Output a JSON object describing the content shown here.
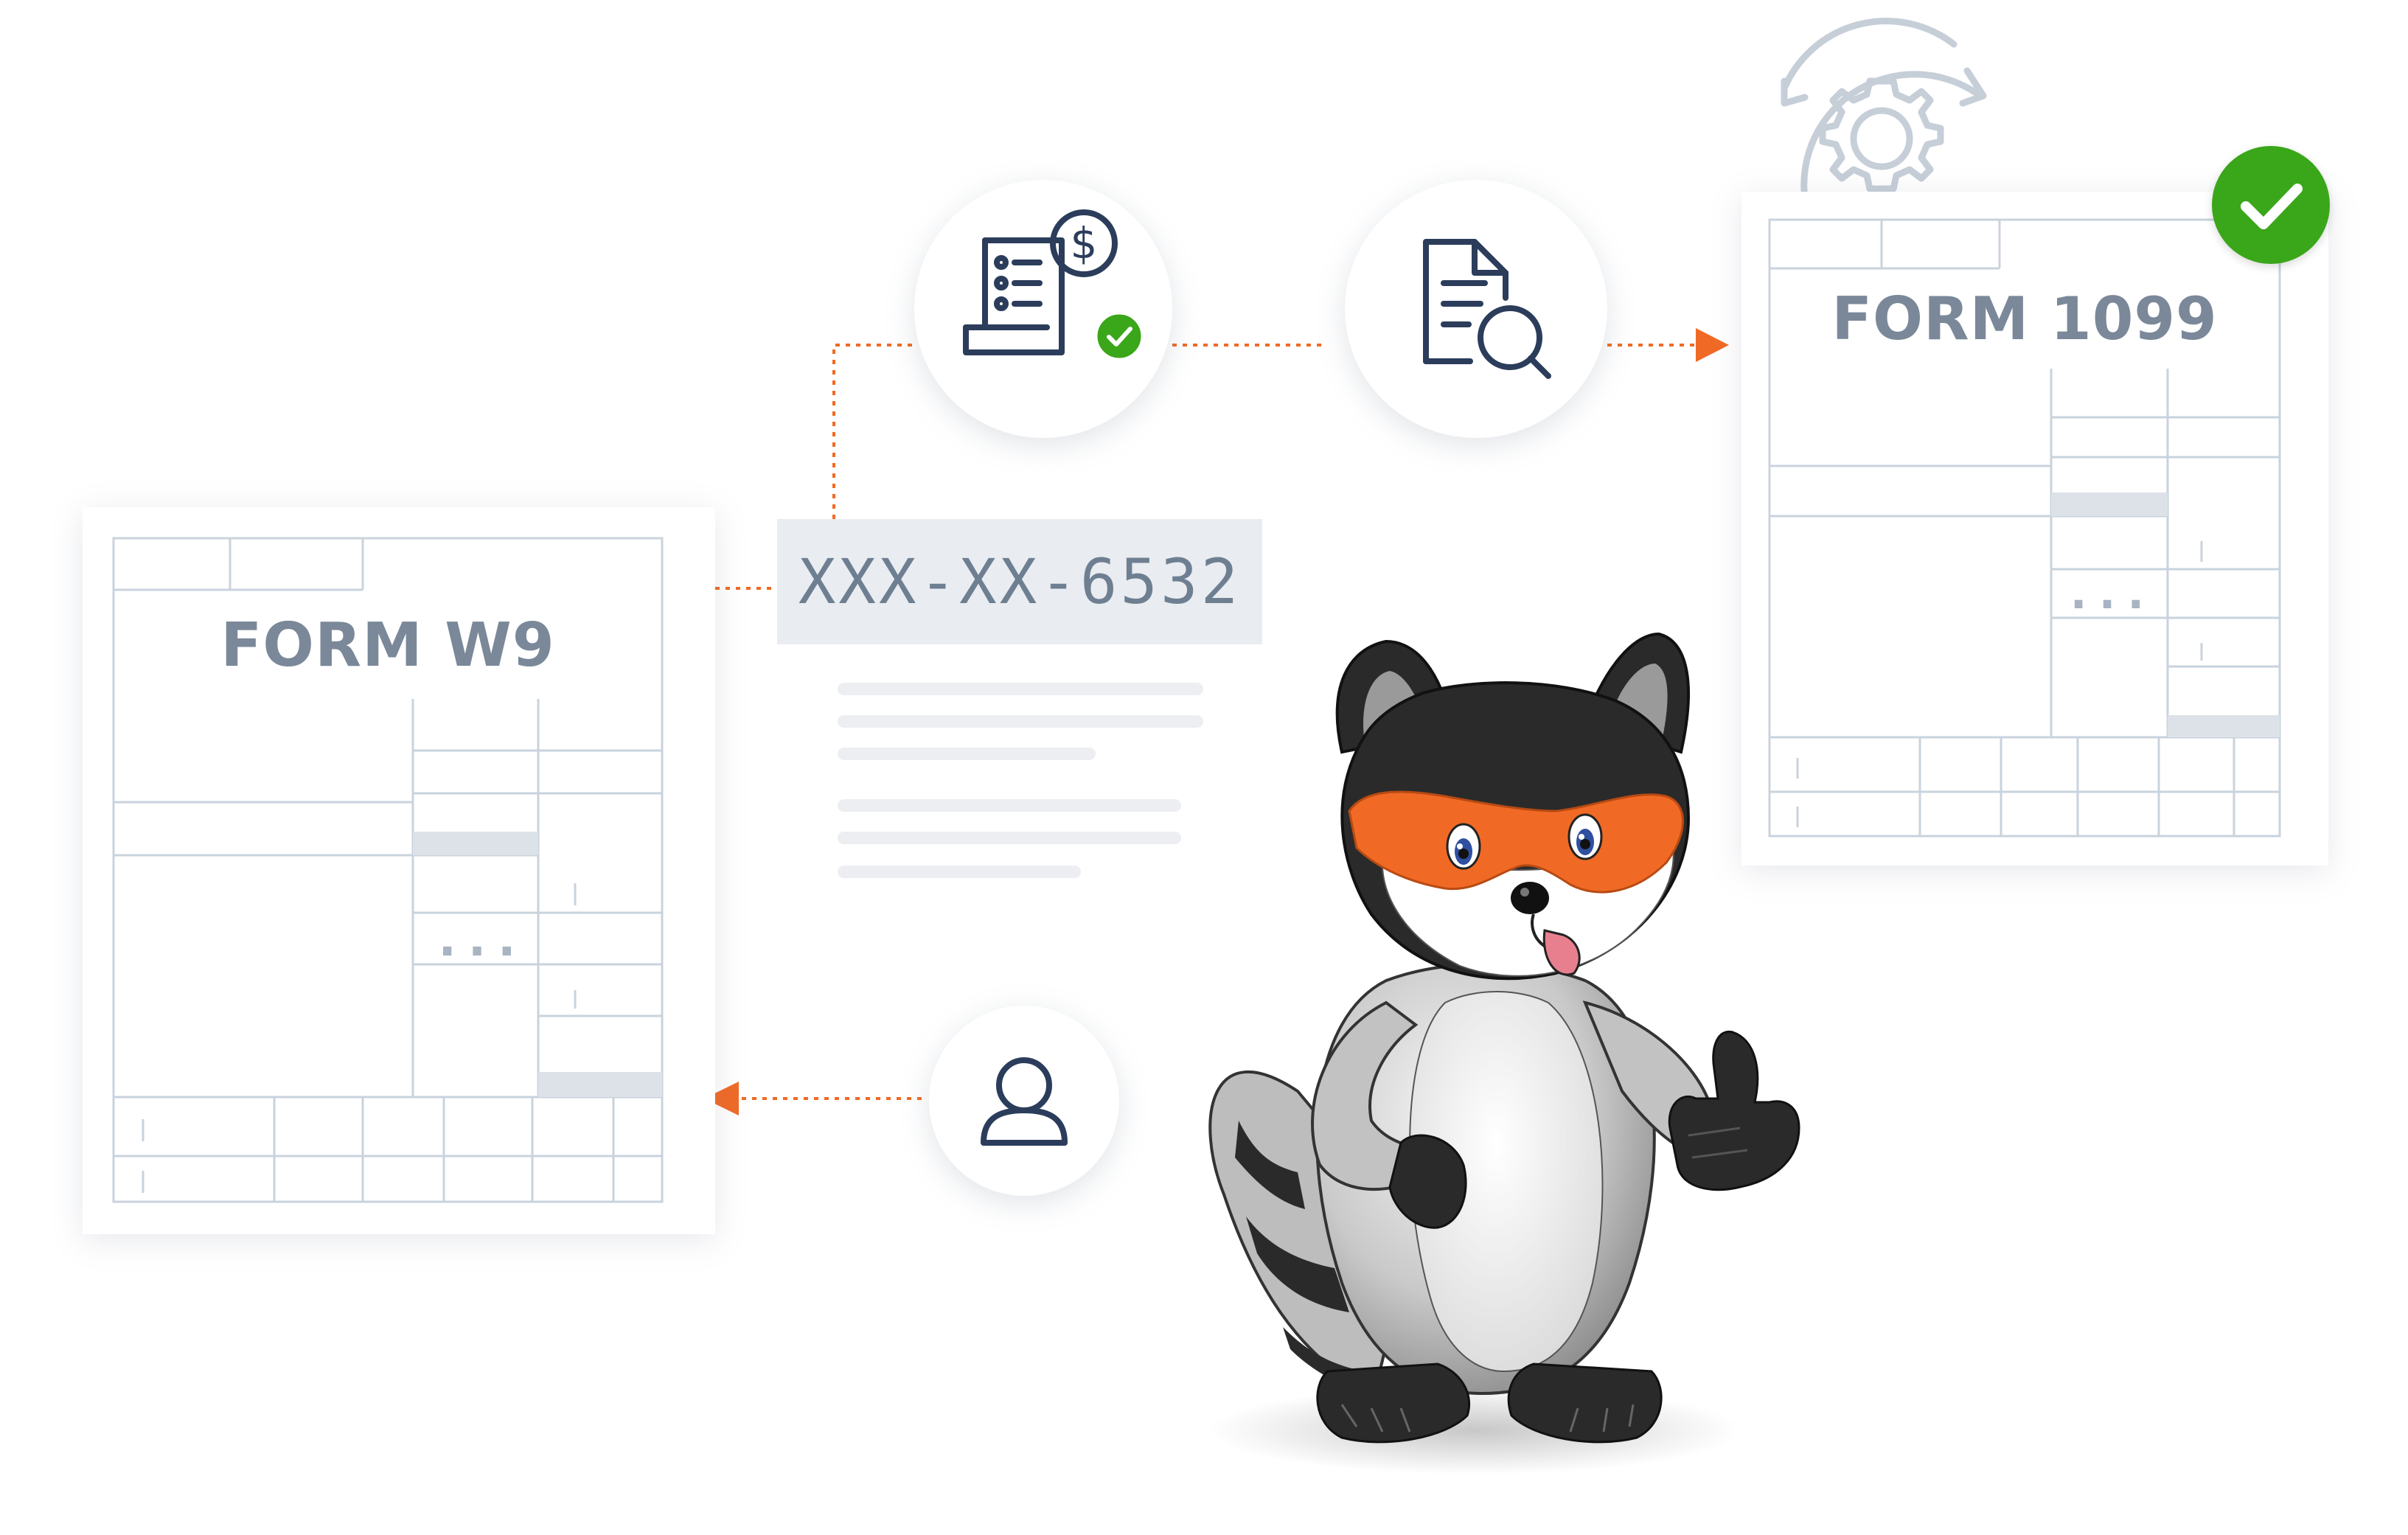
{
  "forms": {
    "w9_title": "FORM W9",
    "f1099_title": "FORM 1099",
    "ellipsis": "..."
  },
  "ssn": {
    "masked_value": "XXX-XX-6532"
  },
  "icons": {
    "invoice": "invoice-dollar-icon",
    "document_search": "document-search-icon",
    "user": "user-icon",
    "gear": "gear-sync-icon",
    "check": "check-icon"
  },
  "colors": {
    "accent": "#f06a26",
    "icon_navy": "#2b3d5b",
    "form_lines": "#c9d3dd",
    "form_title": "#7a8899",
    "success": "#3aa61a",
    "mask_orange": "#f06a26"
  }
}
